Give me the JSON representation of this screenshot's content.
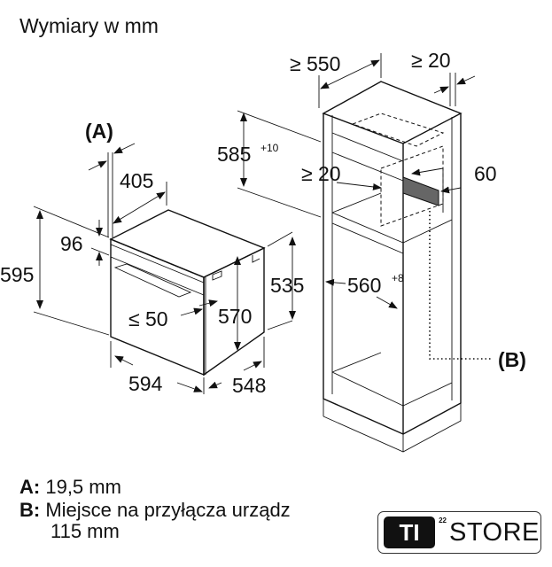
{
  "title": "Wymiary w mm",
  "oven": {
    "label_a": "(A)",
    "w405": "405",
    "h96": "96",
    "h595": "595",
    "le50": "≤ 50",
    "h570": "570",
    "w594": "594",
    "d548": "548"
  },
  "cabinet": {
    "ge550": "≥ 550",
    "ge20_top": "≥ 20",
    "h585": "585",
    "h585_tol": "+10",
    "ge20_mid": "≥ 20",
    "d60": "60",
    "h535": "535",
    "w560": "560",
    "w560_tol": "+8",
    "label_b": "(B)"
  },
  "legend": {
    "a_key": "A:",
    "a_value": "19,5 mm",
    "b_key": "B:",
    "b_value": "Miejsce na przyłącza urządz",
    "b_value2": "115 mm"
  },
  "logo": {
    "ti": "TI",
    "sup": "22",
    "store": "STORE"
  }
}
